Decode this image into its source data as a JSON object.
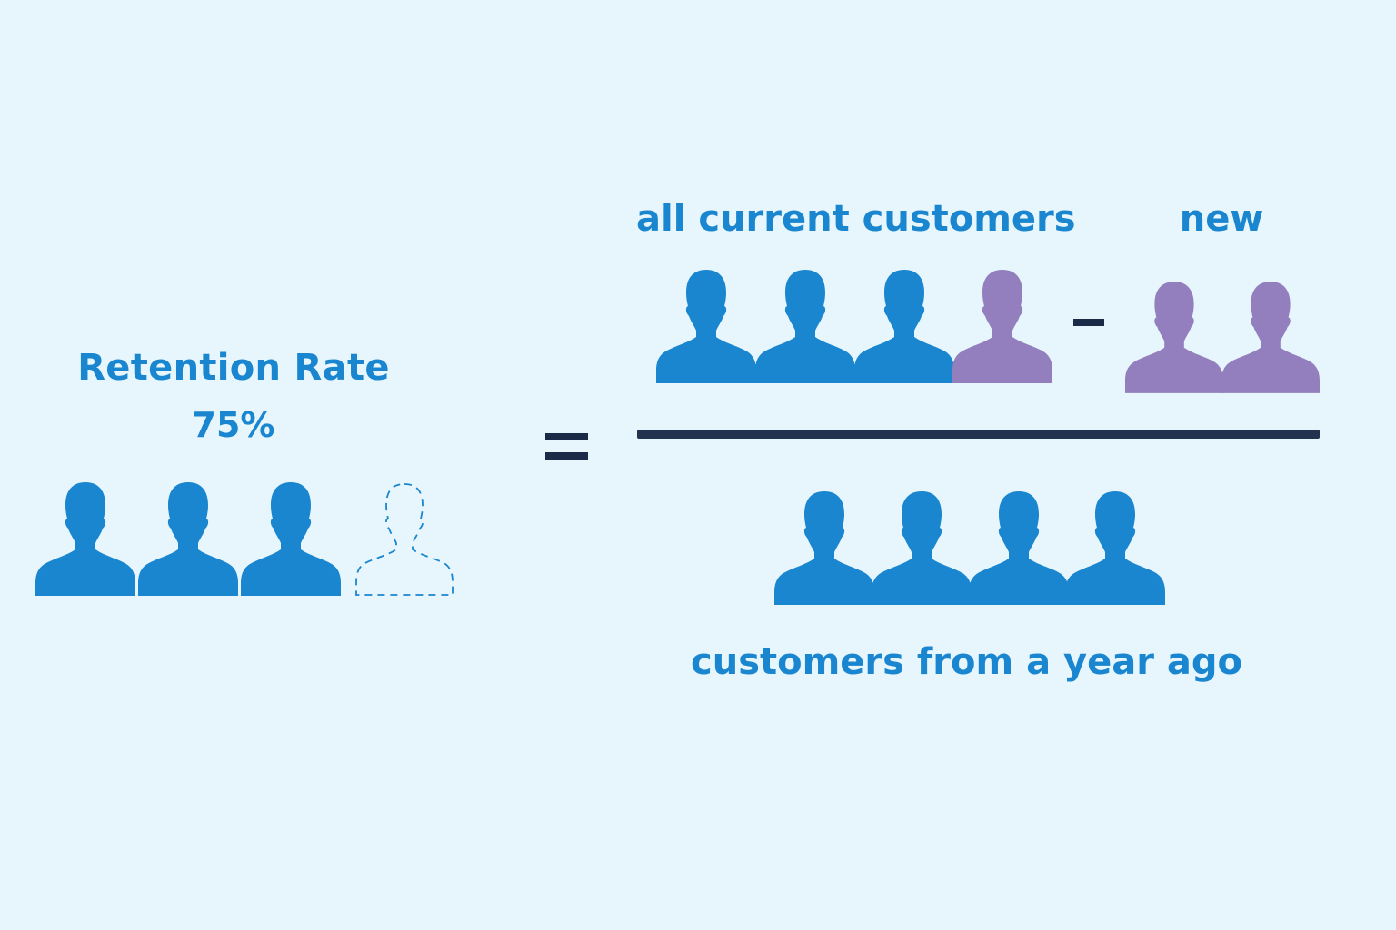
{
  "retention": {
    "title": "Retention Rate",
    "value": "75%",
    "retained": 3,
    "lost": 1
  },
  "formula": {
    "numerator_label": "all current customers",
    "new_label": "new",
    "denominator_label": "customers from a year ago",
    "current_customers": {
      "returning": 3,
      "new": 1
    },
    "new_customers": 2,
    "customers_year_ago": 4
  },
  "colors": {
    "background": "#e6f6fc",
    "retained": "#1a86cf",
    "new": "#937fbd",
    "lost_outline": "#1a86cf",
    "operator": "#1b2a47"
  },
  "icons": {
    "person": "person-silhouette-icon",
    "lost": "person-outline-dashed-icon",
    "equals": "equals-sign",
    "minus": "minus-sign"
  }
}
